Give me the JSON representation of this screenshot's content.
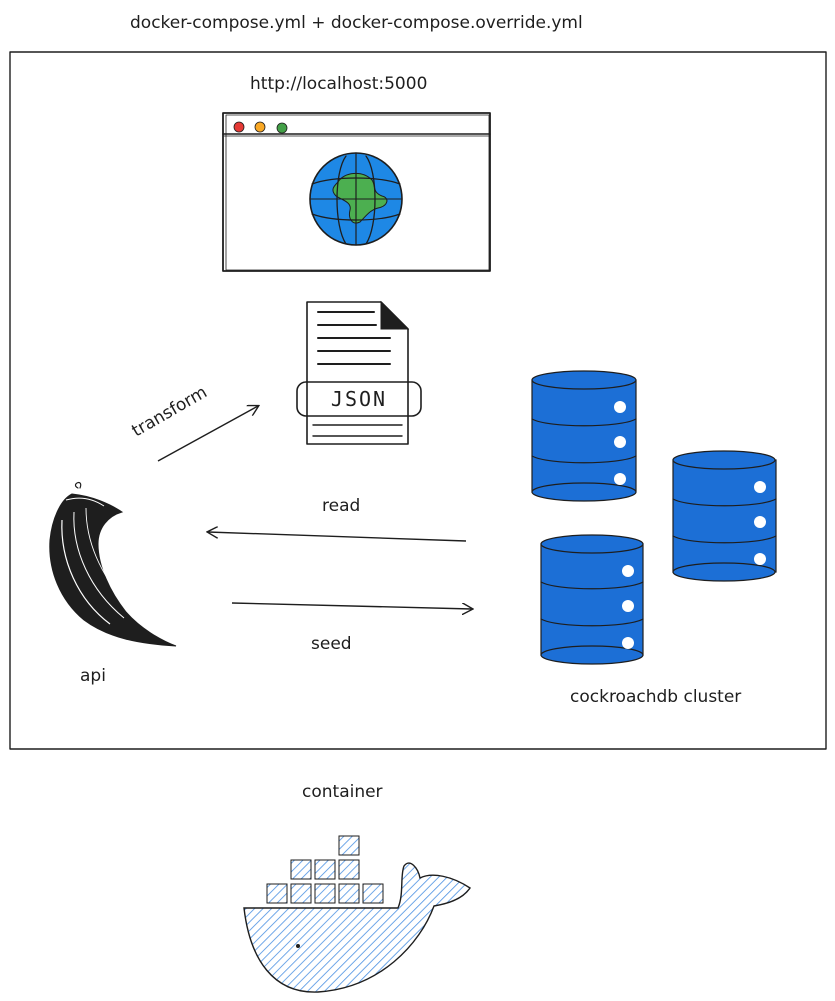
{
  "labels": {
    "compose_files": "docker-compose.yml + docker-compose.override.yml",
    "url": "http://localhost:5000",
    "json_doc": "JSON",
    "transform": "transform",
    "read": "read",
    "seed": "seed",
    "api": "api",
    "cluster": "cockroachdb cluster",
    "container": "container"
  },
  "colors": {
    "ink": "#1e1e1e",
    "db_blue": "#1c6fd6",
    "globe_blue": "#1e88e5",
    "land_green": "#4caf50",
    "docker_blue": "#a5c8f0",
    "dot_red": "#e53935",
    "dot_yellow": "#f9a825",
    "dot_green": "#43a047"
  },
  "icons": {
    "browser": "browser-window-icon",
    "globe": "globe-icon",
    "document": "json-document-icon",
    "api": "flask-horn-icon",
    "database": "database-cylinder-icon",
    "container": "docker-whale-icon"
  }
}
